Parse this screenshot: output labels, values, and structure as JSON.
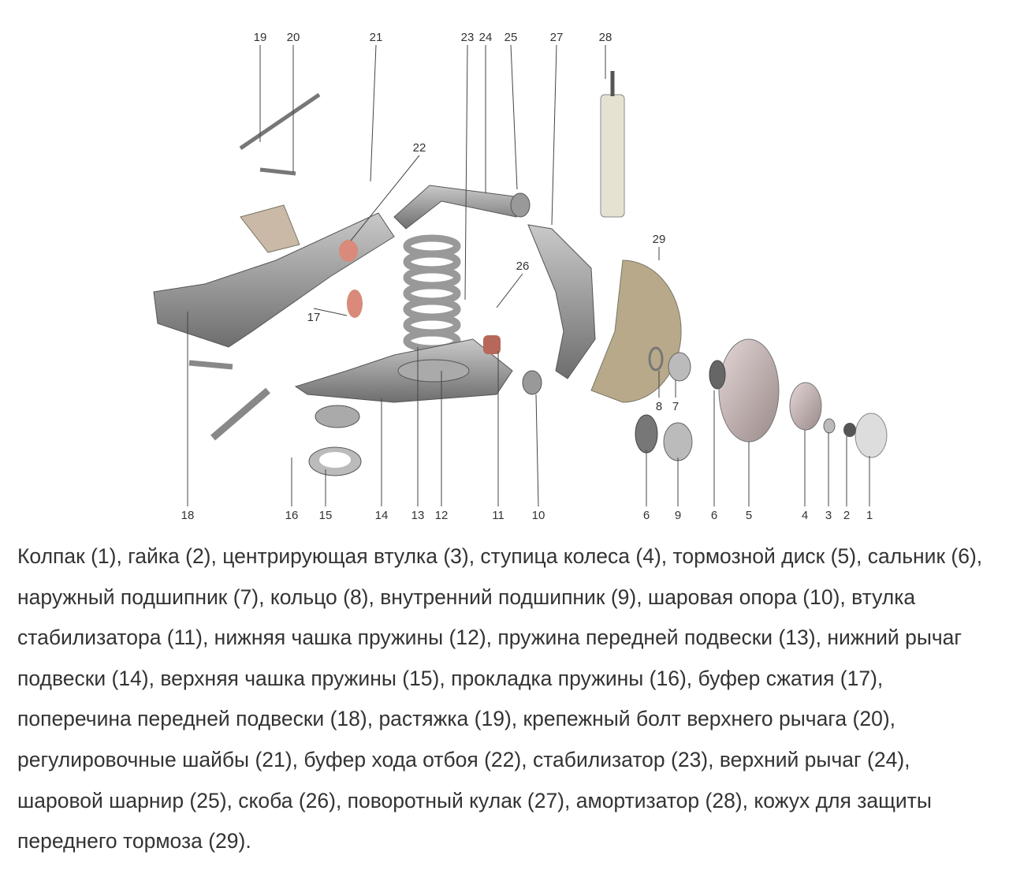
{
  "diagram": {
    "labels": [
      "19",
      "20",
      "21",
      "23",
      "24",
      "25",
      "27",
      "28",
      "22",
      "29",
      "26",
      "17",
      "18",
      "16",
      "15",
      "14",
      "13",
      "12",
      "11",
      "10",
      "6",
      "9",
      "6",
      "5",
      "4",
      "3",
      "2",
      "1",
      "8",
      "7"
    ]
  },
  "caption": "Колпак (1), гайка (2), центрирующая втулка (3), ступица колеса (4), тормозной диск (5), сальник (6), наружный подшипник (7), кольцо (8), внутренний подшипник (9), шаровая опора (10), втулка стабилизатора (11), нижняя чашка пружины (12), пружина передней подвески (13), нижний рычаг подвески (14), верхняя чашка пружины (15), прокладка пружины (16), буфер сжатия (17), поперечина передней подвески (18), растяжка (19), крепежный болт верхнего рычага (20), регулировочные шайбы (21), буфер хода отбоя (22), стабилизатор (23), верхний рычаг (24), шаровой шарнир (25), скоба (26), поворотный кулак (27), амортизатор (28), кожух для защиты переднего тормоза (29)."
}
